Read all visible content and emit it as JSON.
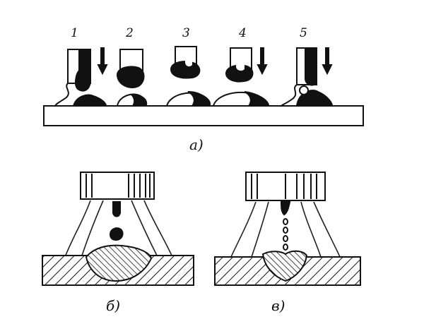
{
  "figure": {
    "part_a": {
      "caption": "а)",
      "stages": [
        {
          "number": "1"
        },
        {
          "number": "2"
        },
        {
          "number": "3"
        },
        {
          "number": "4"
        },
        {
          "number": "5"
        }
      ]
    },
    "part_b": {
      "caption": "б)"
    },
    "part_c": {
      "caption": "в)"
    }
  }
}
